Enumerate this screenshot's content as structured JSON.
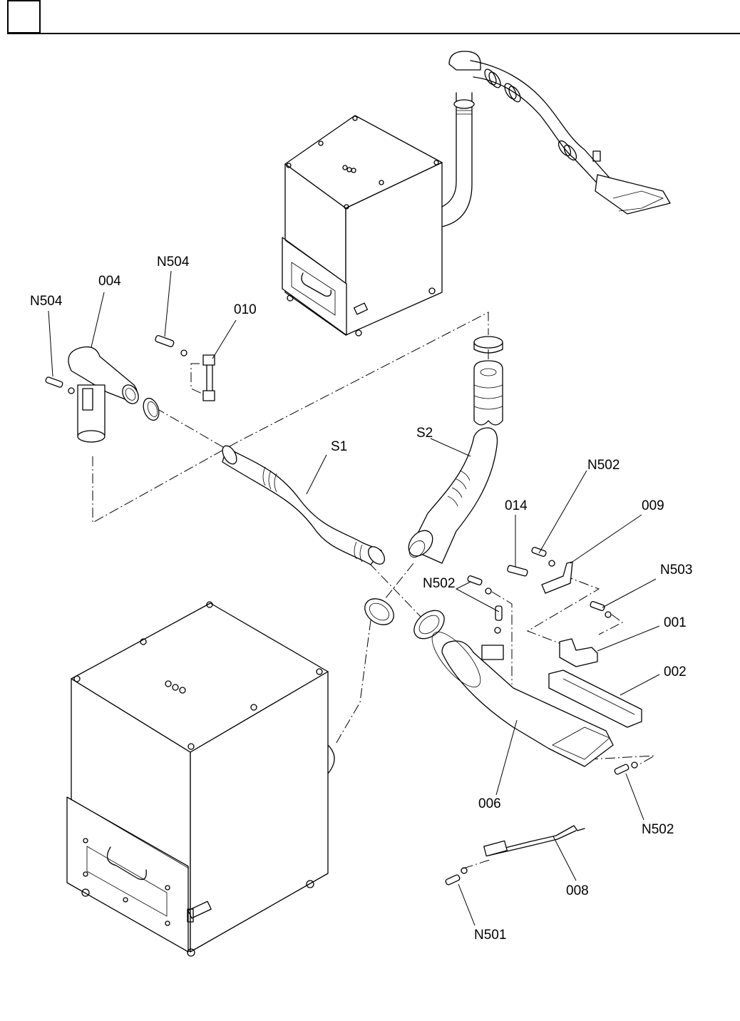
{
  "header": {
    "box_text": "",
    "title": ""
  },
  "diagram": {
    "type": "exploded parts diagram",
    "callouts": {
      "n504_a": "N504",
      "n504_b": "N504",
      "p004": "004",
      "p010": "010",
      "s1": "S1",
      "s2": "S2",
      "n502_a": "N502",
      "p014": "014",
      "p009": "009",
      "n502_b": "N502",
      "n503": "N503",
      "p001": "001",
      "p002": "002",
      "p006": "006",
      "n502_c": "N502",
      "p008": "008",
      "n501": "N501"
    }
  }
}
